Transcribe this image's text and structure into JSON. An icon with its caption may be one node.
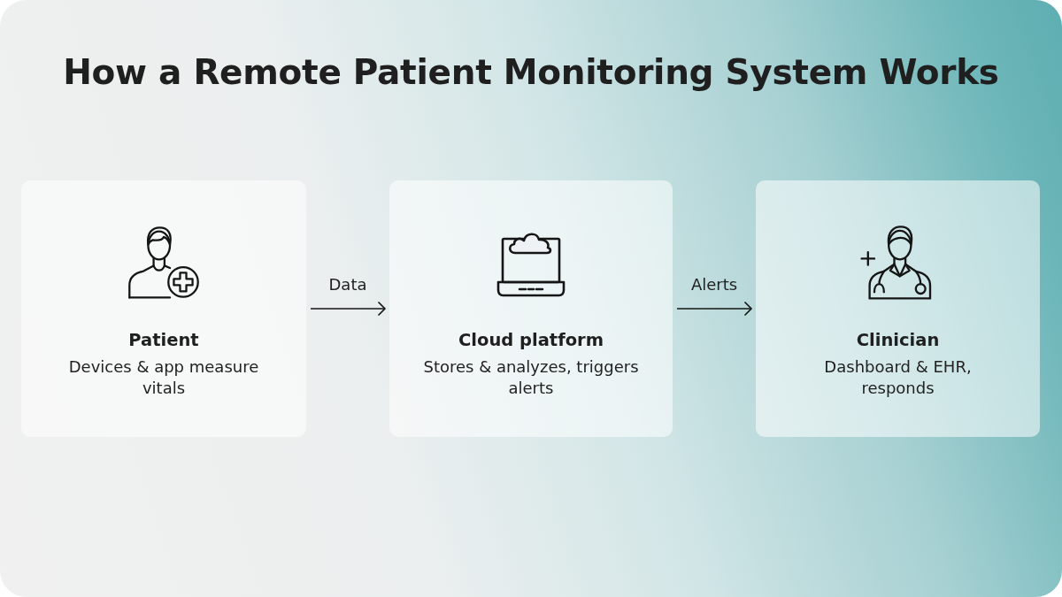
{
  "diagram": {
    "title": "How a Remote Patient Monitoring System Works",
    "nodes": [
      {
        "text": [
          "Patient",
          "Devices & app measure vitals"
        ]
      },
      {
        "text": [
          "Cloud platform",
          "Stores & analyzes, triggers alerts"
        ]
      },
      {
        "text": [
          "Clinician",
          "Dashboard & EHR, responds"
        ]
      }
    ],
    "edges": [
      {
        "from": 0,
        "to": 1,
        "arrow": "to",
        "label": "Data"
      },
      {
        "from": 1,
        "to": 2,
        "arrow": "to",
        "label": "Alerts"
      }
    ]
  }
}
